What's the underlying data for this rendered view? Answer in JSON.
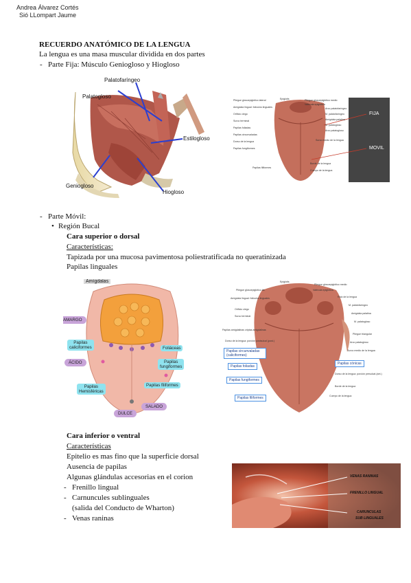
{
  "authors": [
    "Andrea Álvarez Cortés",
    "Sió LLompart Jaume"
  ],
  "title": "RECUERDO ANATÓMICO DE LA LENGUA",
  "intro": "La lengua es una masa muscular dividida en dos partes",
  "fija": {
    "dash": "-",
    "text": "Parte Fija: Músculo Geniogloso y Hiogloso"
  },
  "figure1": {
    "labels": {
      "palatofaringeo": "Palatofaríngeo",
      "palatogloso": "Palatogloso",
      "estilogloso": "Estilogloso",
      "geniogloso": "Geniogloso",
      "hiogloso": "Hiogloso"
    }
  },
  "figure2": {
    "fija": "FIJA",
    "movil": "MOVIL",
    "small_labels": [
      "Epiglotis",
      "Pliegue glosoepiglótico lateral",
      "Pliegue glosoepiglótico medio",
      "Valécula epiglótica",
      "Amígdala lingual: folículos linguales",
      "Orificio ciego",
      "Arco palatofaríngeo",
      "M. palatofaríngeo",
      "Amígdala palatina",
      "Surco terminal",
      "M. palatogloso",
      "Papilas foliadas",
      "Papilas circunvaladas",
      "Arco palatogloso",
      "Dorso de la lengua",
      "Surco medio de la lengua",
      "Papilas fungiformes",
      "Papilas filiformes",
      "Borde de la lengua",
      "Cuerpo de la lengua"
    ]
  },
  "movil": {
    "dash": "-",
    "text": "Parte Móvil:",
    "bullet": "•",
    "region": "Región Bucal"
  },
  "superior": {
    "heading": "Cara superior o dorsal",
    "subheading": "Características:",
    "lines": [
      "Tapizada por una mucosa pavimentosa poliestratificada no queratinizada",
      "Papilas linguales"
    ]
  },
  "figure3": {
    "amigdalas": "Amígdalas",
    "amargo": "AMARGO",
    "acido": "ÁCIDO",
    "dulce": "DULCE",
    "salado": "SALADO",
    "caliciformes": [
      "Papilas",
      "caliciformes"
    ],
    "foliaceas": "Foliáceas",
    "fungiformes": [
      "Papilas",
      "fungiformes"
    ],
    "filiformes": "Papilas filiformes",
    "hemisfericas": [
      "Papilas",
      "Hemisféricas"
    ]
  },
  "figure4": {
    "labels_left": [
      "Pliegue glosoepiglótico lat.",
      "Amígdala lingual: folículos linguales",
      "Orificio ciego",
      "Surco terminal",
      "Papilas amigdalinas criptas amigdalinas",
      "Dorso de la lengua: porción postsulcal (post.)"
    ],
    "labels_right": [
      "Epiglotis",
      "Pliegue glosoepiglótico medio",
      "Valécula epiglótica",
      "Raíz de la lengua",
      "M. palatofaríngeo",
      "Amígdala palatina",
      "M. palatogloso",
      "Pliegue triangular",
      "Arco palatogloso",
      "Surco medio de la lengua",
      "Dorso de la lengua: porción presulcal (ant.)",
      "Borde de la lengua",
      "Cuerpo de la lengua"
    ],
    "boxes": {
      "circunvaladas": "Papilas circunvaladas (caliciformes)",
      "foliadas": "Papilas foliadas",
      "fungiformes": "Papilas fungiformes",
      "filiformes": "Papilas filiformes",
      "conicas": "Papilas cónicas"
    }
  },
  "inferior": {
    "heading": "Cara inferior o ventral",
    "subheading": "Características",
    "lines": [
      "Epitelio es mas fino que la superficie dorsal",
      "Ausencia de papilas",
      "Algunas glándulas accesorias en el corion"
    ],
    "items": [
      {
        "dash": "-",
        "text": "Frenillo lingual"
      },
      {
        "dash": "-",
        "text": "Carnuncules sublinguales"
      },
      {
        "dash": "",
        "text": "(salida del Conducto de Wharton)"
      },
      {
        "dash": "-",
        "text": "Venas raninas"
      }
    ]
  },
  "figure5": {
    "venas": "VENAS RANINAS",
    "frenillo": "FRENILLO LINGUAL",
    "carunculas": "CARUNCULAS",
    "sublinguales": "SUB LINGUALES"
  }
}
